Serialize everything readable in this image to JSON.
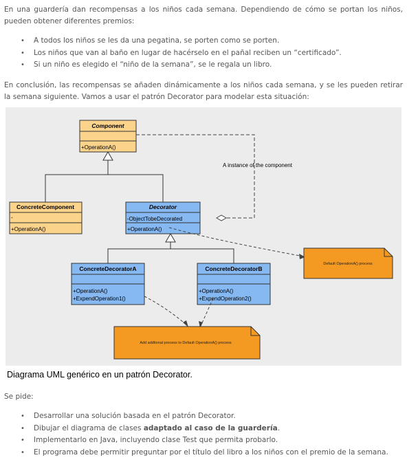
{
  "intro": "En una guardería dan recompensas a los niños cada semana. Dependiendo de cómo se portan los niños, pueden obtener diferentes premios:",
  "rewards": [
    "A todos los niños se les da una pegatina, se porten como se porten.",
    "Los niños que van al baño en lugar de hacérselo en el pañal reciben un “certificado”.",
    "Si un niño es elegido el “niño de la semana”, se le regala un libro."
  ],
  "conclusion": "En conclusión, las recompensas se añaden dinámicamente a los niños cada semana, y se les pueden retirar la semana siguiente. Vamos a usar el patrón Decorator para modelar esta situación:",
  "diagram": {
    "component": {
      "name": "Component",
      "ops": [
        "+OperationA()"
      ]
    },
    "concrete_component": {
      "name": "ConcreteComponent",
      "attrs": [
        "-"
      ],
      "ops": [
        "+OperationA()"
      ]
    },
    "decorator": {
      "name": "Decorator",
      "attrs": [
        "-ObjectTobeDecorated"
      ],
      "ops": [
        "+OperationA()"
      ]
    },
    "decorator_a": {
      "name": "ConcreteDecoratorA",
      "ops": [
        "+OperationA()",
        "+ExpendOperation1()"
      ]
    },
    "decorator_b": {
      "name": "ConcreteDecoratorB",
      "ops": [
        "+OperationA()",
        "+ExpendOperation2()"
      ]
    },
    "instance_label": "A instance of the component",
    "note_right": "Default OperationA() process",
    "note_bottom": "Add addtional process to Default OperationA() process",
    "colors": {
      "yellow": "#fbd38a",
      "blue": "#86b8f2",
      "orange": "#f49a22",
      "border": "#333333",
      "background": "#ececec"
    }
  },
  "caption": "Diagrama UML genérico en un patrón Decorator.",
  "se_pide": "Se pide:",
  "tasks": {
    "t1": "Desarrollar una solución basada en el patrón Decorator.",
    "t2_pre": "Dibujar el diagrama de clases ",
    "t2_bold": "adaptado al caso de la guardería",
    "t2_post": ".",
    "t3": "Implementarlo en Java, incluyendo clase Test que permita probarlo.",
    "t4": "El programa debe permitir preguntar por el título del libro a los niños con el premio de la semana."
  },
  "bullet": "•"
}
